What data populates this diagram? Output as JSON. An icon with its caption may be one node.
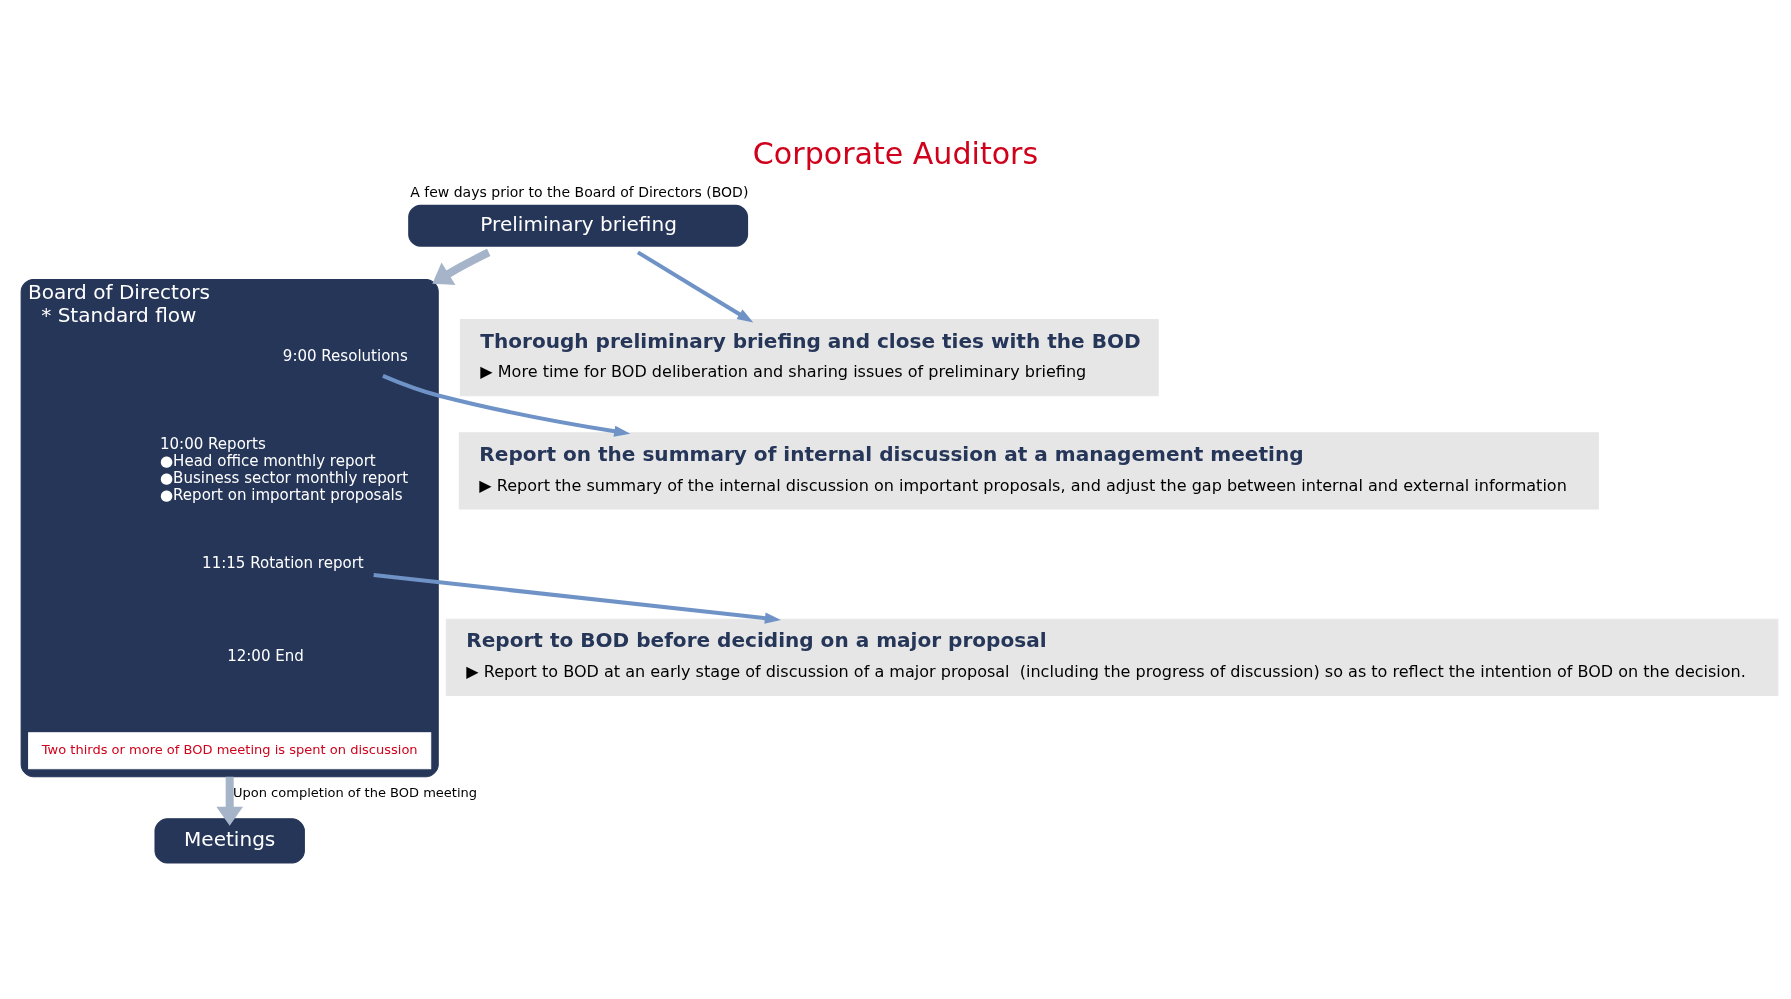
{
  "diagram": {
    "title": "Corporate Auditors",
    "nodes": [
      {
        "text": [
          "Preliminary briefing"
        ],
        "beside": [
          "A few days prior to the Board of Directors (BOD)"
        ]
      },
      {
        "text": [
          "Board of Directors",
          "* Standard flow"
        ]
      },
      {
        "text": [
          "9:00 Resolutions"
        ],
        "in": 1
      },
      {
        "text": [
          "10:00 Reports",
          "●Head office monthly report",
          "●Business sector monthly report",
          "●Report on important proposals"
        ],
        "in": 1
      },
      {
        "text": [
          "11:15 Rotation report"
        ],
        "in": 1
      },
      {
        "text": [
          "12:00 End"
        ],
        "in": 1
      },
      {
        "text": [
          "Two thirds or more of BOD meeting is spent on discussion"
        ],
        "in": 1
      },
      {
        "text": [
          "Meetings"
        ]
      },
      {
        "text": [
          "Thorough preliminary briefing and close ties with the BOD",
          "▶ More time for BOD deliberation and sharing issues of preliminary briefing"
        ]
      },
      {
        "text": [
          "Report on the summary of internal discussion at a management meeting",
          "▶ Report the summary of the internal discussion on important proposals, and adjust the gap between internal and external information"
        ]
      },
      {
        "text": [
          "Report to BOD before deciding on a major proposal",
          "▶ Report to BOD at an early stage of discussion of a major proposal  (including the progress of discussion) so as to reflect the intention of BOD on the decision."
        ]
      }
    ],
    "edges": [
      {
        "from": 0,
        "to": 1,
        "arrow": "to",
        "style": "thick",
        "color": "#a5b4c8"
      },
      {
        "from": 1,
        "to": 7,
        "arrow": "to",
        "style": "thick",
        "color": "#a5b4c8",
        "label": "Upon completion of the BOD meeting"
      },
      {
        "from": 0,
        "to": 8,
        "arrow": "to"
      },
      {
        "from": 2,
        "to": 9,
        "arrow": "to"
      },
      {
        "from": 4,
        "to": 10,
        "arrow": "to"
      }
    ]
  }
}
